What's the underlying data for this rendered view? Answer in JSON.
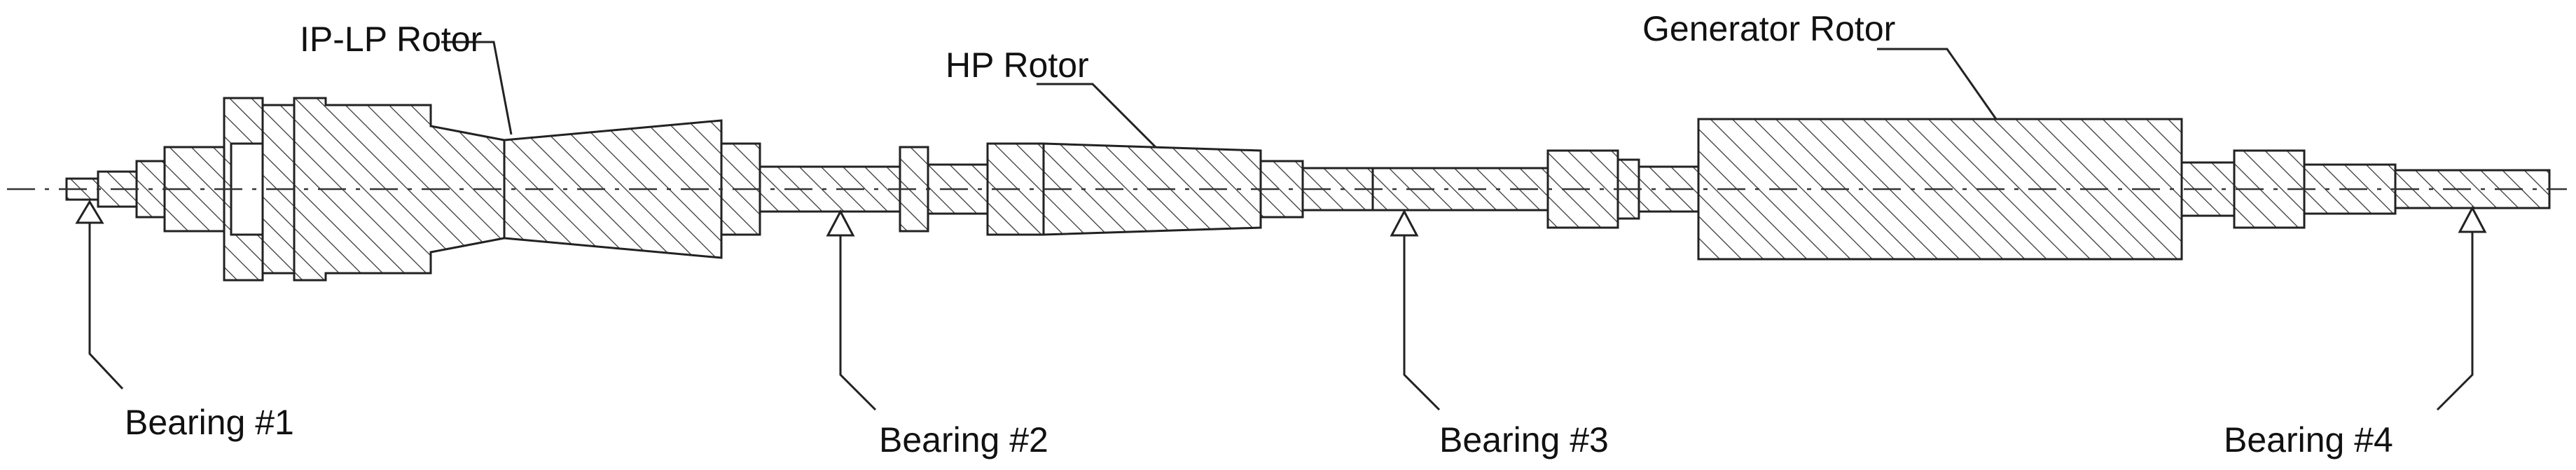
{
  "diagram": {
    "labels": {
      "ip_lp_rotor": "IP-LP Rotor",
      "hp_rotor": "HP Rotor",
      "generator_rotor": "Generator Rotor",
      "bearing_1": "Bearing  #1",
      "bearing_2": "Bearing #2",
      "bearing_3": "Bearing #3",
      "bearing_4": "Bearing #4"
    },
    "colors": {
      "line": "#222222",
      "background": "#ffffff"
    }
  }
}
